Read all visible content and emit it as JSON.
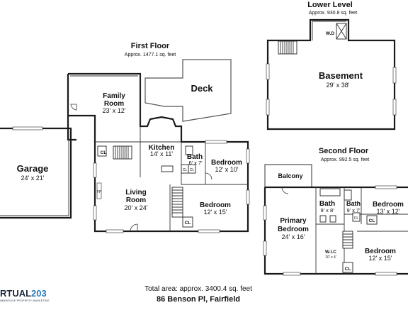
{
  "levels": {
    "lower": {
      "title": "Lower Level",
      "area": "Approx. 930.8 sq. feet"
    },
    "first": {
      "title": "First Floor",
      "area": "Approx. 1477.1 sq. feet"
    },
    "second": {
      "title": "Second Floor",
      "area": "Approx. 992.5 sq. feet"
    }
  },
  "rooms": {
    "basement": {
      "name": "Basement",
      "dim": "29' x 38'"
    },
    "wd": {
      "name": "W.D"
    },
    "deck": {
      "name": "Deck"
    },
    "family_room": {
      "name1": "Family",
      "name2": "Room",
      "dim": "23' x 12'"
    },
    "kitchen": {
      "name": "Kitchen",
      "dim": "14' x 11'"
    },
    "bath_first": {
      "name": "Bath",
      "dim": "6' x 7'"
    },
    "bedroom_first_a": {
      "name": "Bedroom",
      "dim": "12' x 10'"
    },
    "bedroom_first_b": {
      "name": "Bedroom",
      "dim": "12' x 15'"
    },
    "living_room": {
      "name1": "Living",
      "name2": "Room",
      "dim": "20' x 24'"
    },
    "garage": {
      "name": "Garage",
      "dim": "24' x 21'"
    },
    "balcony": {
      "name": "Balcony"
    },
    "primary_bedroom": {
      "name1": "Primary",
      "name2": "Bedroom",
      "dim": "24' x 16'"
    },
    "bath_second_a": {
      "name": "Bath",
      "dim": "9' x 8'"
    },
    "bath_second_b": {
      "name": "Bath",
      "dim": "9' x 7'"
    },
    "bedroom_second_a": {
      "name": "Bedroom",
      "dim": "13' x 12'"
    },
    "bedroom_second_b": {
      "name": "Bedroom",
      "dim": "12' x 15'"
    },
    "wic": {
      "name": "W.I.C",
      "dim": "10' x 4'"
    }
  },
  "labels": {
    "closet": "CL",
    "fireplace": "FP"
  },
  "footer": {
    "total": "Total area: approx. 3400.4 sq. feet",
    "address": "86 Benson Pl, Fairfield"
  },
  "branding": {
    "logo_left": "RTUAL",
    "logo_num": "203",
    "logo_sub": "IMMERSIVE PROPERTY MARKETING",
    "accent": "#2a7ab8"
  }
}
